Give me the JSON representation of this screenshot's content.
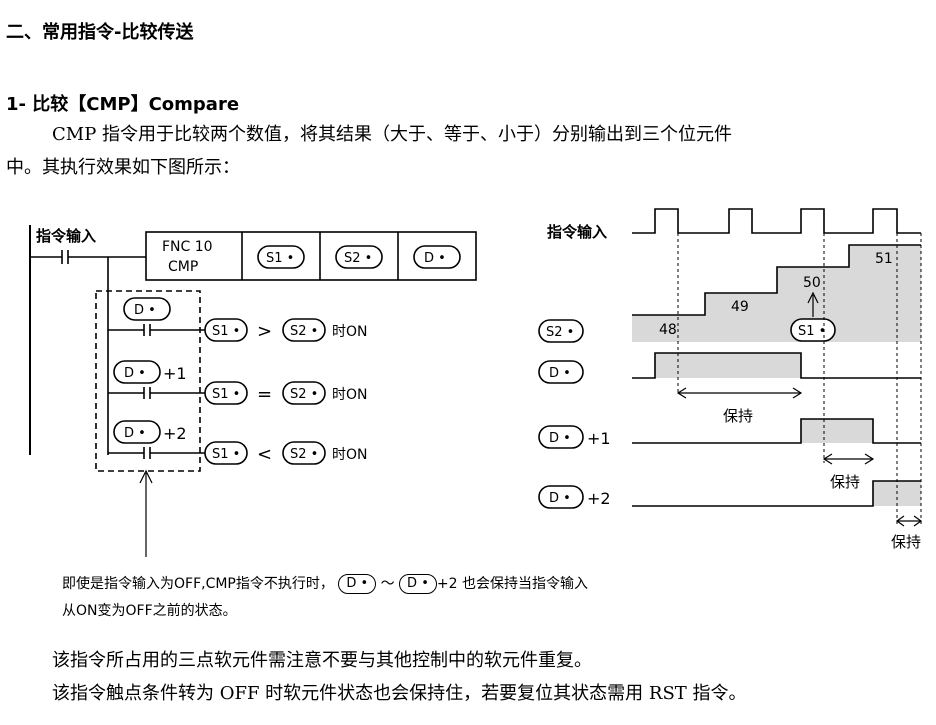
{
  "section_title": "二、常用指令-比较传送",
  "subsection_title": "1- 比较【CMP】Compare",
  "intro_line1": "CMP 指令用于比较两个数值，将其结果（大于、等于、小于）分别输出到三个位元件",
  "intro_line2": "中。其执行效果如下图所示：",
  "ladder": {
    "input_label": "指令输入",
    "fnc_label": "FNC 10",
    "cmp_label": "CMP",
    "op_s1": "S1 •",
    "op_s2": "S2 •",
    "op_d": "D •",
    "contact1_label": "D •",
    "contact2_label": "D •",
    "contact2_suffix": "+1",
    "contact3_label": "D •",
    "contact3_suffix": "+2",
    "gt_symbol": ">",
    "eq_symbol": "=",
    "lt_symbol": "<",
    "on_text": "时ON"
  },
  "timing": {
    "input_label": "指令输入",
    "s2_label": "S2 •",
    "s1_label": "S1 •",
    "d_label": "D •",
    "d1_suffix": "+1",
    "d2_suffix": "+2",
    "values": [
      "48",
      "49",
      "50",
      "51"
    ],
    "hold_label": "保持"
  },
  "note_line1": "即使是指令输入为OFF,CMP指令不执行时，",
  "note_tilde": "～",
  "note_line1_end": "+2 也会保持当指令输入",
  "note_line2": "从ON变为OFF之前的状态。",
  "footer_line1": "该指令所占用的三点软元件需注意不要与其他控制中的软元件重复。",
  "footer_line2": "该指令触点条件转为 OFF 时软元件状态也会保持住，若要复位其状态需用 RST 指令。"
}
